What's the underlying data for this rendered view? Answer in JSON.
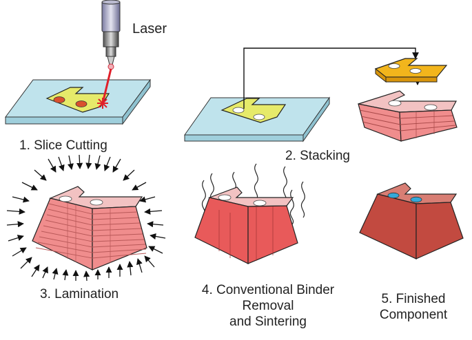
{
  "labels": {
    "laser": "Laser",
    "step1": "1. Slice Cutting",
    "step2": "2. Stacking",
    "step3": "3. Lamination",
    "step4_line1": "4. Conventional Binder",
    "step4_line2": "Removal",
    "step4_line3": "and Sintering",
    "step5_line1": "5. Finished",
    "step5_line2": "Component"
  },
  "colors": {
    "substrate": "#bfe3ec",
    "slice": "#e6ea6a",
    "slice_orange": "#f2b51c",
    "laser_beam": "#e0202a",
    "stack_pink": "#f08d8d",
    "stack_top": "#f2c2c2",
    "sinter_red": "#e85a5a",
    "finished": "#c24a40",
    "finished_top": "#d87e74",
    "hole_blue": "#35a8d8"
  }
}
